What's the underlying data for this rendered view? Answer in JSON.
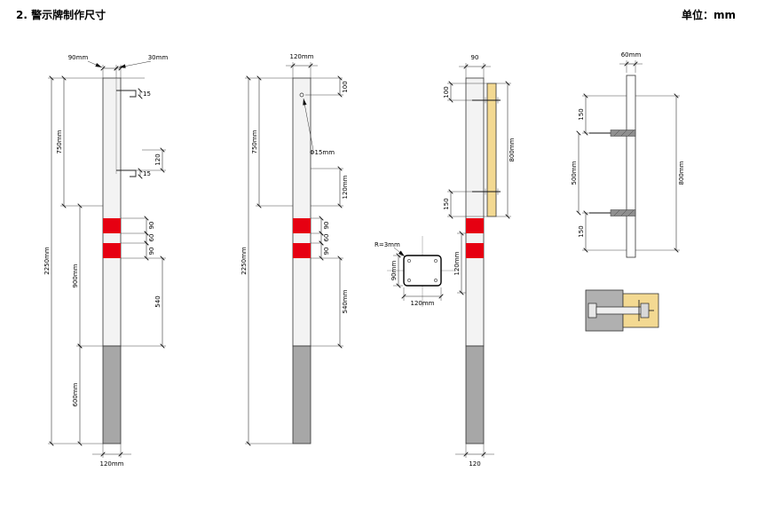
{
  "header": {
    "title": "2. 警示牌制作尺寸",
    "unit": "单位：mm"
  },
  "colors": {
    "band_red": "#e60012",
    "post_fill": "#f3f3f3",
    "post_buried": "#a7a7a7",
    "panel_yellow": "#f3d992",
    "steel": "#8f8f8f",
    "plate_gray": "#b0b0b0"
  },
  "figures": {
    "post_front": {
      "width_top_a": "90mm",
      "width_top_b": "30mm",
      "hook_a": "15",
      "hook_b": "15",
      "upper": "750mm",
      "hook_span": "120",
      "total": "2250mm",
      "band_top": "90",
      "band_gap": "60",
      "band_bottom": "90",
      "middle": "900mm",
      "lower_span": "540",
      "buried": "600mm",
      "base_width": "120mm"
    },
    "post_side": {
      "width_top": "120mm",
      "top_to_hole": "100",
      "upper": "750mm",
      "hole": "Φ15mm",
      "hole_span": "120mm",
      "total": "2250mm",
      "band_top": "90",
      "band_gap": "60",
      "band_bottom": "90",
      "lower_span": "540mm"
    },
    "cross_section": {
      "radius": "R=3mm",
      "depth": "90mm",
      "width": "120mm"
    },
    "sign_post": {
      "width_top": "90",
      "top_to_bolt": "100",
      "panel_height": "800mm",
      "bolt_to_bottom": "150",
      "band_span": "120mm",
      "base_width": "120"
    },
    "panel_profile": {
      "width_top": "60mm",
      "top_margin": "150",
      "bolt_spacing": "500mm",
      "height": "800mm",
      "bottom_margin": "150"
    }
  }
}
